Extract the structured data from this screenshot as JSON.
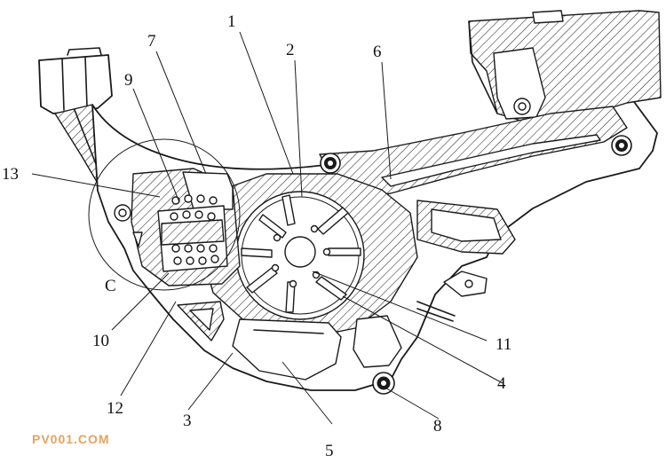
{
  "labels": {
    "l1": "1",
    "l2": "2",
    "l3": "3",
    "l4": "4",
    "l5": "5",
    "l6": "6",
    "l7": "7",
    "l8": "8",
    "l9": "9",
    "l10": "10",
    "l11": "11",
    "l12": "12",
    "l13": "13",
    "lC": "C"
  },
  "watermark": "PV001.COM",
  "colors": {
    "line": "#1a1a1a",
    "watermark": "#e8a25c",
    "background": "#ffffff"
  }
}
